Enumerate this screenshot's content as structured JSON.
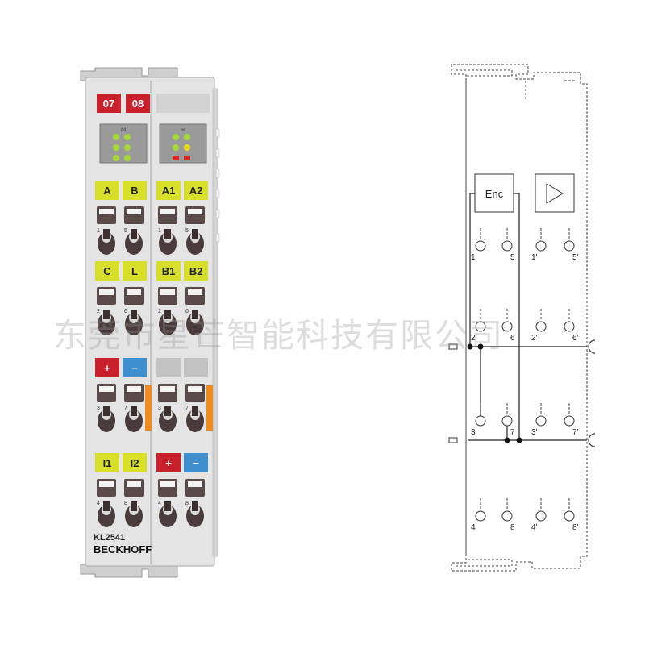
{
  "module": {
    "model": "KL2541",
    "brand": "BECKHOFF",
    "row1_labels": [
      "07",
      "08"
    ],
    "rows": [
      {
        "labels": [
          "A",
          "B",
          "A1",
          "A2"
        ],
        "colors": [
          "yellow",
          "yellow",
          "yellow",
          "yellow"
        ],
        "pins": [
          "1",
          "5",
          "1",
          "5"
        ]
      },
      {
        "labels": [
          "C",
          "L",
          "B1",
          "B2"
        ],
        "colors": [
          "yellow",
          "yellow",
          "yellow",
          "yellow"
        ],
        "pins": [
          "2",
          "6",
          "2",
          "6"
        ]
      },
      {
        "labels": [
          "+",
          "−",
          "",
          ""
        ],
        "colors": [
          "red",
          "blue",
          "gray",
          "gray"
        ],
        "pins": [
          "3",
          "7",
          "3",
          "7"
        ]
      },
      {
        "labels": [
          "I1",
          "I2",
          "+",
          "−"
        ],
        "colors": [
          "yellow",
          "yellow",
          "red",
          "blue"
        ],
        "pins": [
          "4",
          "8",
          "4",
          "8"
        ]
      }
    ],
    "colors": {
      "red": "#c8202c",
      "blue": "#3f8fcf",
      "yellow": "#d8df2a",
      "gray": "#c2c2c2",
      "body": "#e4e4e4",
      "orange": "#f08c1e"
    }
  },
  "schematic": {
    "blocks": {
      "encoder": "Enc",
      "driver_icon": "triangle-icon"
    },
    "pins_left": [
      "1",
      "5",
      "2",
      "6",
      "3",
      "7",
      "4",
      "8"
    ],
    "pins_right": [
      "1′",
      "5′",
      "2′",
      "6′",
      "3′",
      "7′",
      "4′",
      "8′"
    ]
  },
  "watermark": "东莞市星芒智能科技有限公司"
}
